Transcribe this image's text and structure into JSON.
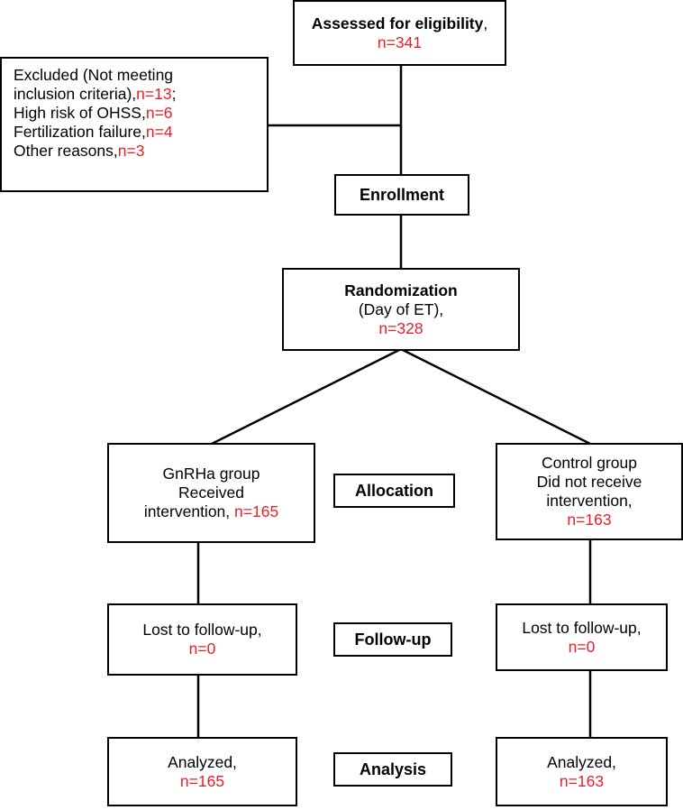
{
  "colors": {
    "count": "#e8202a",
    "line": "#000000"
  },
  "assessed": {
    "label": "Assessed for eligibility",
    "sep": ",",
    "count": "n=341"
  },
  "excluded": {
    "line1": "Excluded (Not meeting",
    "line2_text": "inclusion criteria),",
    "line2_count": "n=13",
    "line2_end": ";",
    "ohss_text": "High risk of OHSS,",
    "ohss_count": "n=6",
    "fert_text": "Fertilization failure,",
    "fert_count": "n=4",
    "other_text": "Other reasons,",
    "other_count": "n=3"
  },
  "enrollment": {
    "label": "Enrollment"
  },
  "randomization": {
    "label": "Randomization",
    "sub": "(Day of ET),",
    "count": "n=328"
  },
  "gnrha": {
    "line1": "GnRHa group",
    "line2": "Received",
    "line3_text": "intervention,",
    "count": "n=165"
  },
  "control": {
    "line1": "Control group",
    "line2": "Did not receive",
    "line3": "intervention,",
    "count": "n=163"
  },
  "stages": {
    "allocation": "Allocation",
    "followup": "Follow-up",
    "analysis": "Analysis"
  },
  "followup_left": {
    "label": "Lost to follow-up,",
    "count": "n=0"
  },
  "followup_right": {
    "label": "Lost to follow-up,",
    "count": "n=0"
  },
  "analyzed_left": {
    "label": "Analyzed,",
    "count": "n=165"
  },
  "analyzed_right": {
    "label": "Analyzed,",
    "count": "n=163"
  }
}
